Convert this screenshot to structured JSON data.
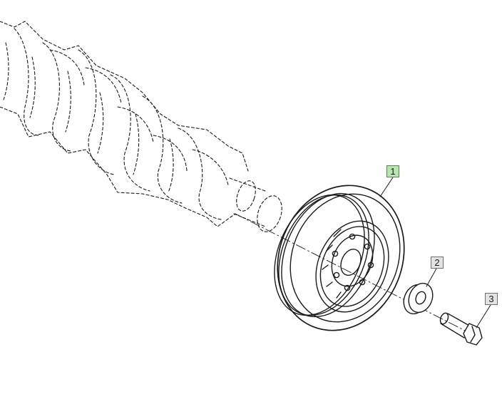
{
  "diagram": {
    "callouts": [
      {
        "label": "1",
        "highlight": "#b9e3b0",
        "border": "#4f8a46"
      },
      {
        "label": "2",
        "highlight": "#e3e3e3",
        "border": "#6e6e6e"
      },
      {
        "label": "3",
        "highlight": "#e3e3e3",
        "border": "#6e6e6e"
      }
    ],
    "parts": [
      {
        "callout": "1",
        "icon": "crankshaft-pulley-damper-icon"
      },
      {
        "callout": "2",
        "icon": "washer-icon"
      },
      {
        "callout": "3",
        "icon": "bolt-icon"
      }
    ],
    "phantom_part": {
      "icon": "crankshaft-icon",
      "style": "dashed"
    },
    "colors": {
      "line": "#1a1a1a",
      "background": "#ffffff"
    }
  }
}
